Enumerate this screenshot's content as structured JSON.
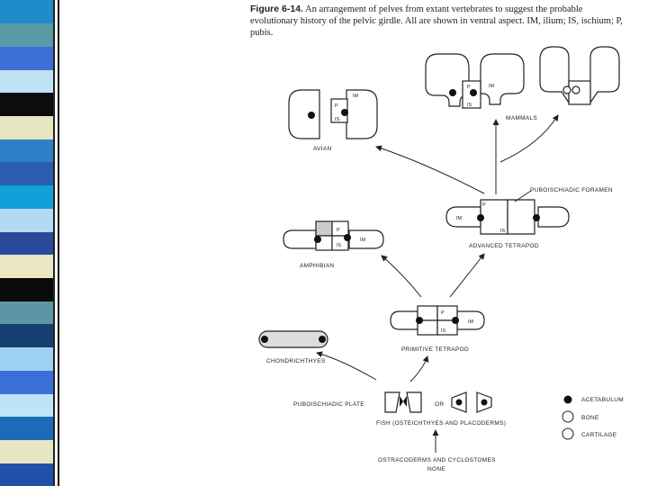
{
  "caption": {
    "figure_label": "Figure 6-14.",
    "text": "An arrangement of pelves from extant vertebrates to suggest the probable evolutionary history of the pelvic girdle. All are shown in ventral aspect. IM, ilium; IS, ischium; P, pubis."
  },
  "labels": {
    "avian": "AVIAN",
    "mammals": "MAMMALS",
    "puboischiadic_foramen": "PUBOISCHIADIC FORAMEN",
    "advanced_tetrapod": "ADVANCED TETRAPOD",
    "amphibian": "AMPHIBIAN",
    "primitive_tetrapod": "PRIMITIVE TETRAPOD",
    "chondrichthyes": "CHONDRICHTHYES",
    "puboischiadic_plate": "PUBOISCHIADIC PLATE",
    "or": "OR",
    "fish": "FISH (OSTEICHTHYES AND PLACODERMS)",
    "ostracoderms_line1": "OSTRACODERMS AND CYCLOSTOMES",
    "ostracoderms_line2": "NONE"
  },
  "parts": {
    "im": "IM",
    "p": "P",
    "is": "IS"
  },
  "legend": {
    "acetabulum": "ACETABULUM",
    "bone": "BONE",
    "cartilage": "CARTILAGE"
  },
  "colors": {
    "stripe": [
      "#1d8cc9",
      "#5a9aa7",
      "#3b6fd6",
      "#bfe3f5",
      "#0c0c0c",
      "#e8e6c0",
      "#2f7fc8",
      "#2b5db0",
      "#0fa1d8",
      "#b5d9f3",
      "#2c4a9c",
      "#e9e7c4",
      "#0b0b0b",
      "#5c95a6",
      "#143f70",
      "#9fd1f2",
      "#3a6fd8",
      "#bfe3f7",
      "#1d6bb8",
      "#e8e6c2",
      "#2050a8"
    ]
  }
}
